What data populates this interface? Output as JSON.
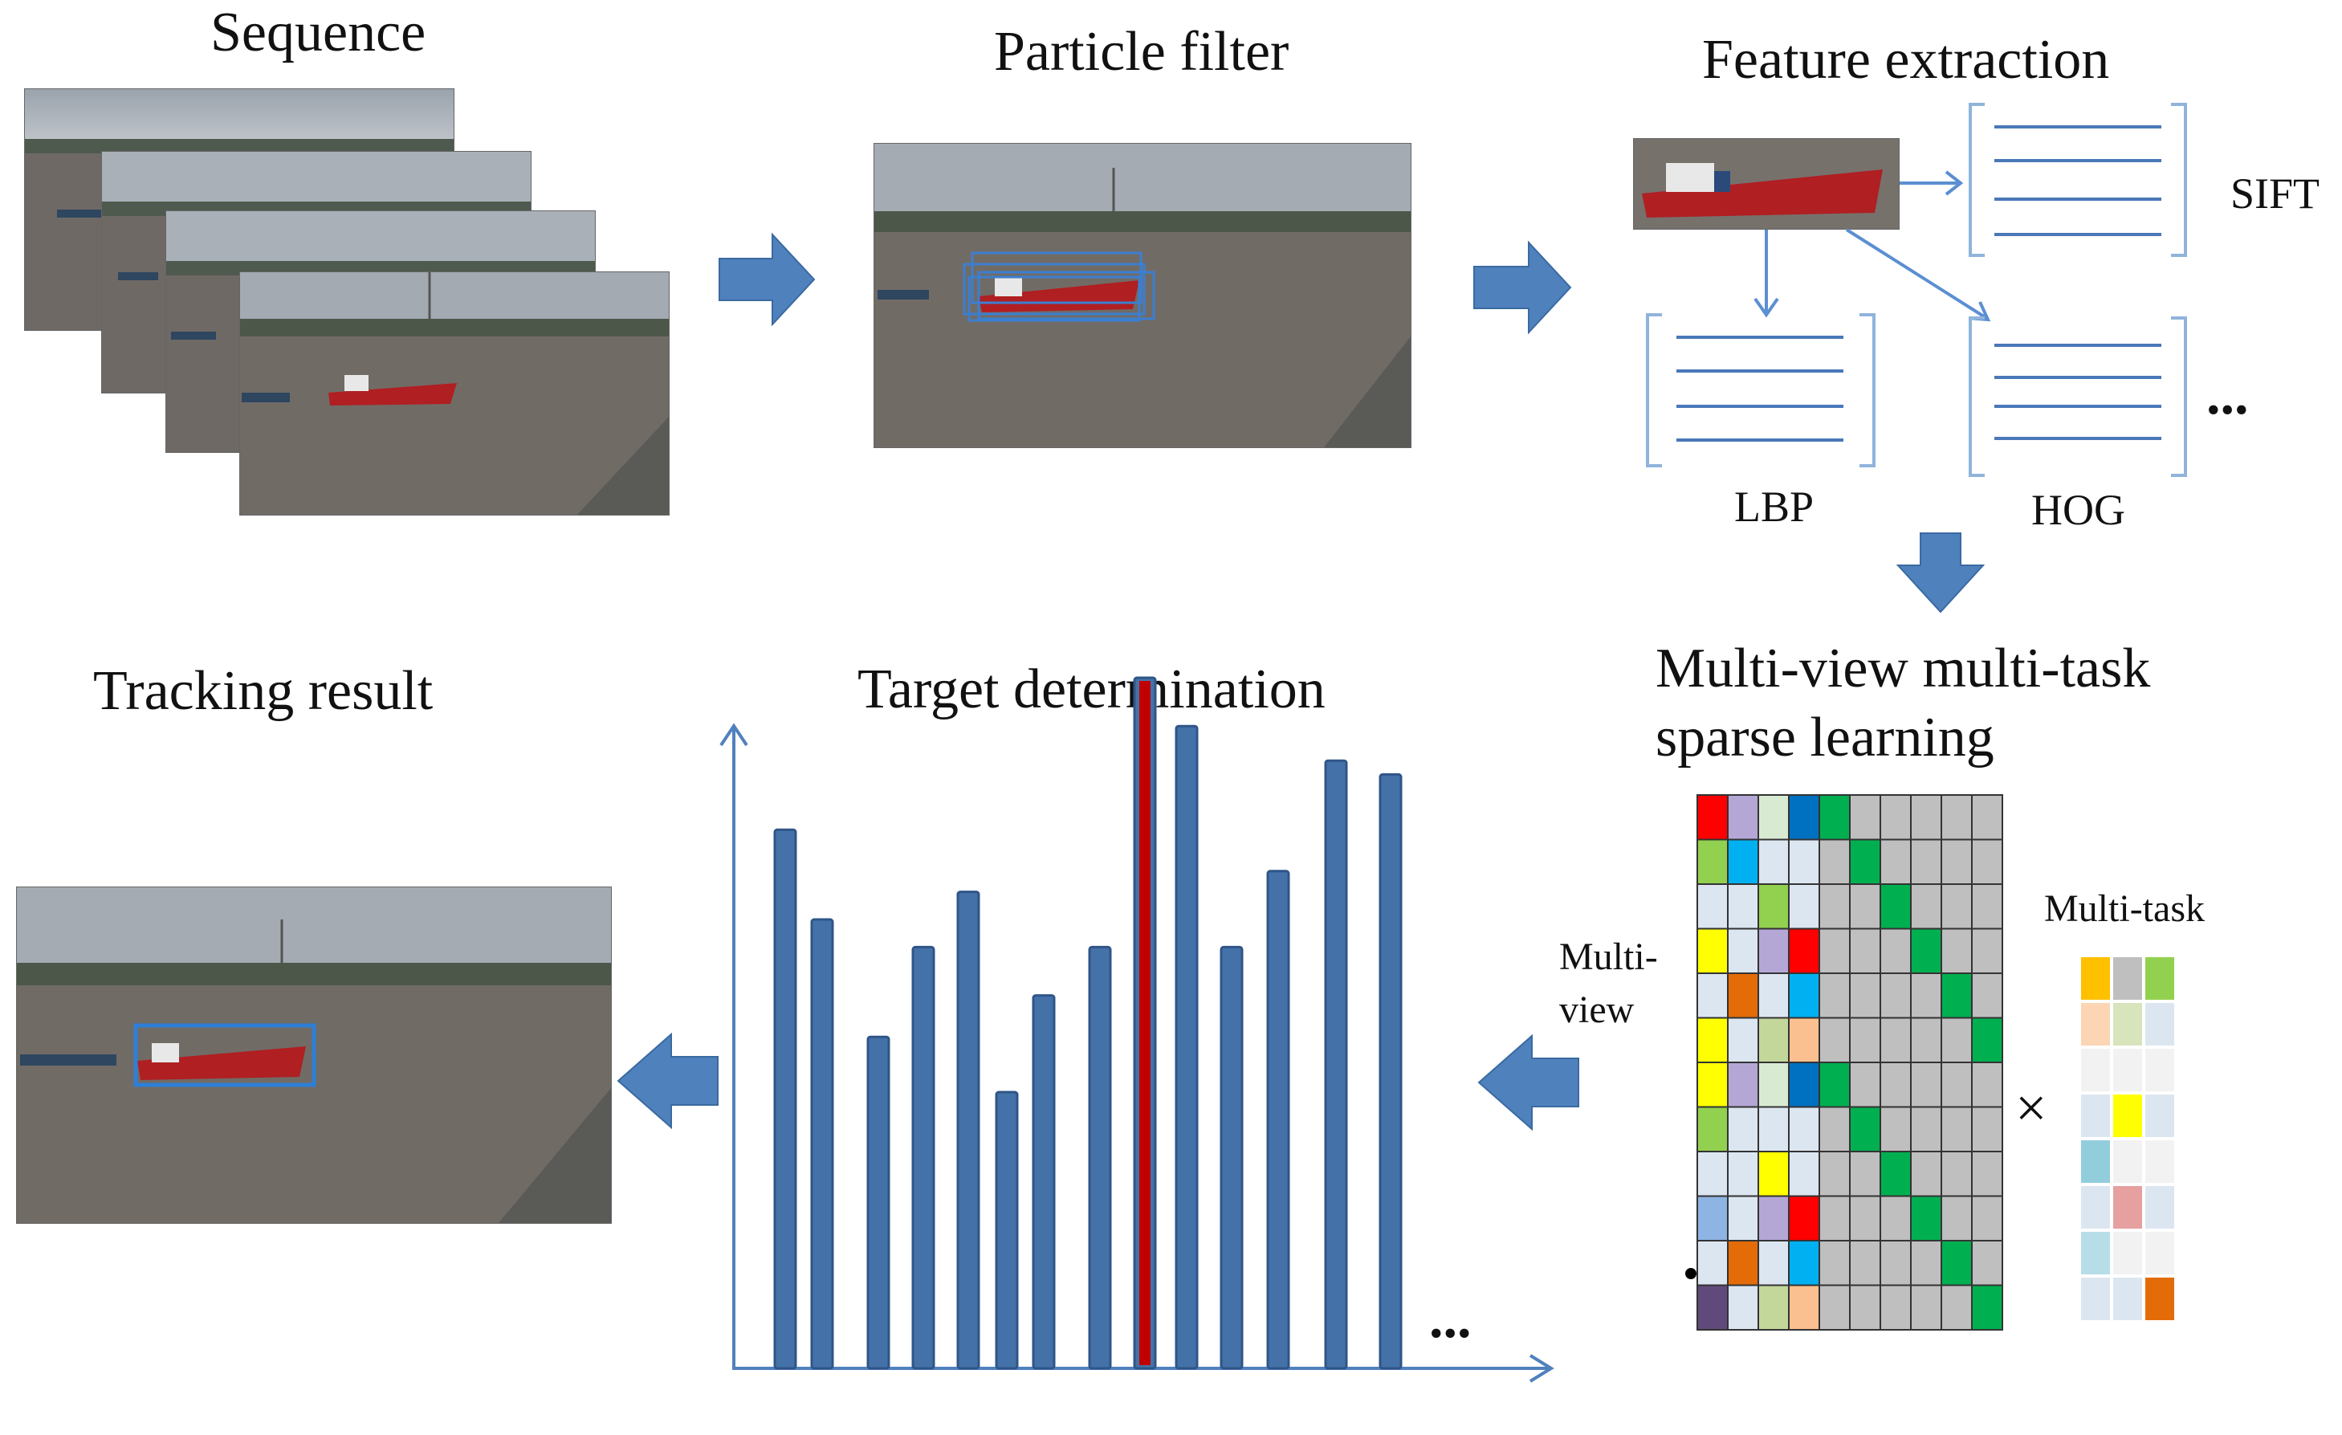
{
  "labels": {
    "sequence": "Sequence",
    "particle_filter": "Particle filter",
    "feature_extraction": "Feature extraction",
    "sift": "SIFT",
    "lbp": "LBP",
    "hog": "HOG",
    "features_ellipsis": "...",
    "mvmt_line1": "Multi-view multi-task",
    "mvmt_line2": "sparse learning",
    "multi_view_line1": "Multi-",
    "multi_view_line2": "view",
    "multi_task": "Multi-task",
    "times": "×",
    "target_determination": "Target determination",
    "bars_ellipsis": "...",
    "tracking_result": "Tracking result"
  },
  "colors": {
    "arrow": "#4f81bd",
    "bar": "#4472a8",
    "selected_bar": "#c00000",
    "axis": "#4f81bd",
    "bracket": "#8fb4dc",
    "matrix_gray": "#bfbfbf",
    "diag_green": "#00b050"
  },
  "bars": {
    "relative_heights": [
      0.78,
      0.65,
      0.48,
      0.61,
      0.69,
      0.4,
      0.54,
      0.61,
      1.0,
      0.93,
      0.61,
      0.72,
      0.88,
      0.86
    ],
    "selected_index": 8
  },
  "matrix": {
    "rows": [
      [
        "#ff0000",
        "#b4a7d6",
        "#d9ead3",
        "#0070c0",
        "#00b050",
        "#bfbfbf",
        "#bfbfbf",
        "#bfbfbf",
        "#bfbfbf",
        "#bfbfbf"
      ],
      [
        "#92d050",
        "#00b0f0",
        "#dce6f1",
        "#dce6f1",
        "#bfbfbf",
        "#00b050",
        "#bfbfbf",
        "#bfbfbf",
        "#bfbfbf",
        "#bfbfbf"
      ],
      [
        "#dce6f1",
        "#dce6f1",
        "#92d050",
        "#dce6f1",
        "#bfbfbf",
        "#bfbfbf",
        "#00b050",
        "#bfbfbf",
        "#bfbfbf",
        "#bfbfbf"
      ],
      [
        "#ffff00",
        "#dce6f1",
        "#b4a7d6",
        "#ff0000",
        "#bfbfbf",
        "#bfbfbf",
        "#bfbfbf",
        "#00b050",
        "#bfbfbf",
        "#bfbfbf"
      ],
      [
        "#dce6f1",
        "#e36c09",
        "#dce6f1",
        "#00b0f0",
        "#bfbfbf",
        "#bfbfbf",
        "#bfbfbf",
        "#bfbfbf",
        "#00b050",
        "#bfbfbf"
      ],
      [
        "#ffff00",
        "#dce6f1",
        "#c4d79b",
        "#fac090",
        "#bfbfbf",
        "#bfbfbf",
        "#bfbfbf",
        "#bfbfbf",
        "#bfbfbf",
        "#00b050"
      ],
      [
        "#ffff00",
        "#b4a7d6",
        "#d9ead3",
        "#0070c0",
        "#00b050",
        "#bfbfbf",
        "#bfbfbf",
        "#bfbfbf",
        "#bfbfbf",
        "#bfbfbf"
      ],
      [
        "#92d050",
        "#dce6f1",
        "#dce6f1",
        "#dce6f1",
        "#bfbfbf",
        "#00b050",
        "#bfbfbf",
        "#bfbfbf",
        "#bfbfbf",
        "#bfbfbf"
      ],
      [
        "#dce6f1",
        "#dce6f1",
        "#ffff00",
        "#dce6f1",
        "#bfbfbf",
        "#bfbfbf",
        "#00b050",
        "#bfbfbf",
        "#bfbfbf",
        "#bfbfbf"
      ],
      [
        "#8db4e2",
        "#dce6f1",
        "#b4a7d6",
        "#ff0000",
        "#bfbfbf",
        "#bfbfbf",
        "#bfbfbf",
        "#00b050",
        "#bfbfbf",
        "#bfbfbf"
      ],
      [
        "#dce6f1",
        "#e36c09",
        "#dce6f1",
        "#00b0f0",
        "#bfbfbf",
        "#bfbfbf",
        "#bfbfbf",
        "#bfbfbf",
        "#00b050",
        "#bfbfbf"
      ],
      [
        "#604a7b",
        "#dce6f1",
        "#c4d79b",
        "#fac090",
        "#bfbfbf",
        "#bfbfbf",
        "#bfbfbf",
        "#bfbfbf",
        "#bfbfbf",
        "#00b050"
      ]
    ]
  },
  "task_matrix": {
    "rows": [
      [
        "#ffc000",
        "#bfbfbf",
        "#92d050"
      ],
      [
        "#fcd5b4",
        "#d7e4bc",
        "#dce6f1"
      ],
      [
        "#f2f2f2",
        "#f2f2f2",
        "#f2f2f2"
      ],
      [
        "#dce6f1",
        "#ffff00",
        "#dce6f1"
      ],
      [
        "#92cddc",
        "#f2f2f2",
        "#f2f2f2"
      ],
      [
        "#dce6f1",
        "#e6a0a0",
        "#dce6f1"
      ],
      [
        "#b7dde8",
        "#f2f2f2",
        "#f2f2f2"
      ],
      [
        "#dce6f1",
        "#dce6f1",
        "#e36c09"
      ]
    ]
  }
}
